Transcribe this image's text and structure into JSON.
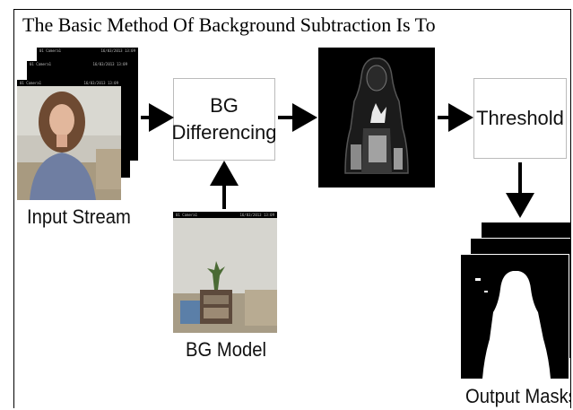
{
  "title": "The Basic Method Of Background Subtraction Is To",
  "nodes": {
    "input_stream": "Input Stream",
    "bg_differencing_line1": "BG",
    "bg_differencing_line2": "Differencing",
    "threshold": "Threshold",
    "bg_model": "BG Model",
    "output_masks": "Output Masks"
  },
  "frame_overlay": {
    "camera": "01 Camera1",
    "timestamp": "16/03/2013 13:09"
  }
}
